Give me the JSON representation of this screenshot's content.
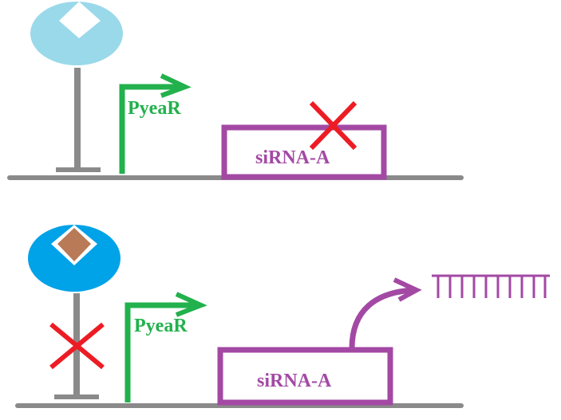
{
  "colors": {
    "dna": "#8a8a8a",
    "promoter_arrow": "#22b14c",
    "gene_box": "#a349a4",
    "x_mark": "#ed1c24",
    "receptor_top": "#99d9ea",
    "receptor_bottom": "#00a2e8",
    "ligand": "#b97a57",
    "rna": "#a349a4"
  },
  "panels": [
    {
      "promoter_label": "PyeaR",
      "gene_label": "siRNA-A",
      "receptor_state": "unbound",
      "repressor_blocked": false,
      "gene_blocked": true,
      "transcript_shown": false
    },
    {
      "promoter_label": "PyeaR",
      "gene_label": "siRNA-A",
      "receptor_state": "ligand-bound",
      "repressor_blocked": true,
      "gene_blocked": false,
      "transcript_shown": true
    }
  ]
}
